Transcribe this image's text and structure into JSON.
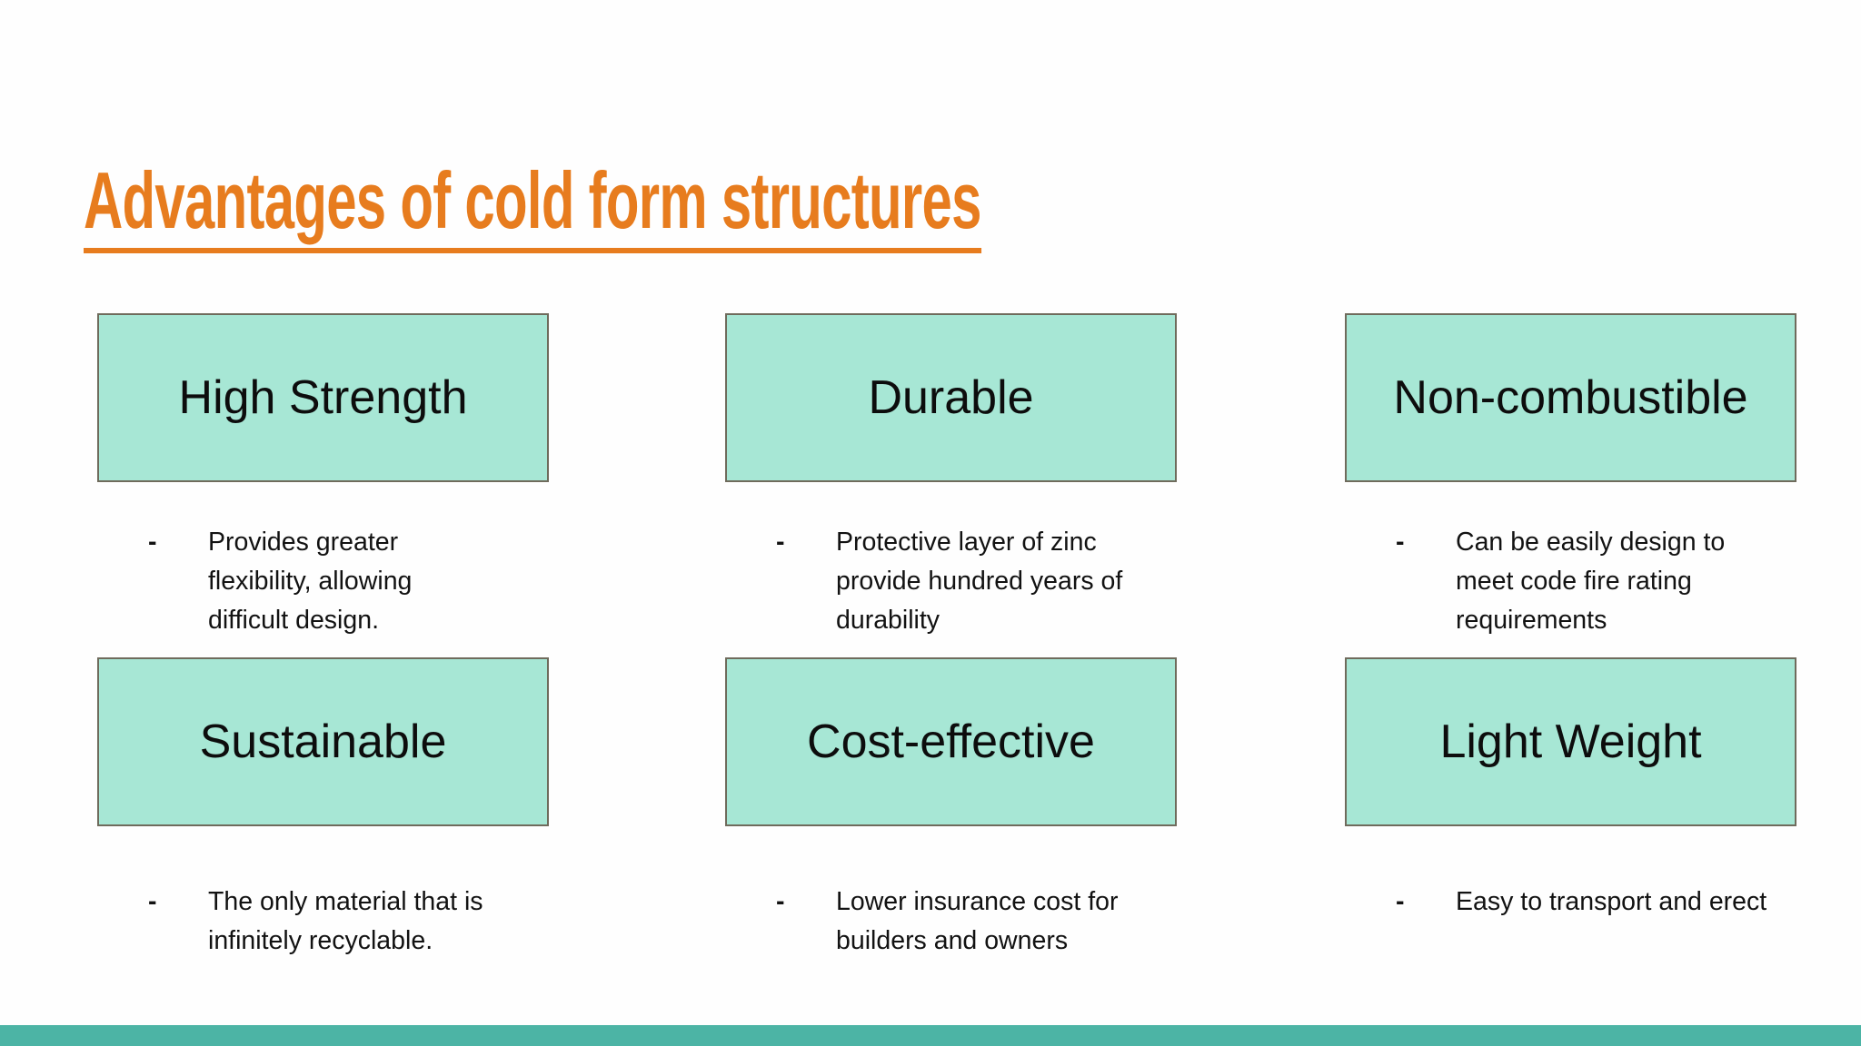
{
  "slide": {
    "title": "Advantages of cold form structures",
    "title_color": "#E77C1E",
    "card_fill_color": "#A7E7D5",
    "card_border_color": "#6F6B5C",
    "footer_bar_color": "#4CB4A5",
    "bullet_dash": "-",
    "cards": [
      {
        "title": "High Strength",
        "bullet_lines": [
          "Provides greater",
          "flexibility, allowing",
          "difficult design."
        ]
      },
      {
        "title": "Durable",
        "bullet_lines": [
          "Protective layer of zinc",
          "provide hundred years of",
          "durability"
        ]
      },
      {
        "title": "Non-combustible",
        "bullet_lines": [
          "Can be easily design to",
          "meet code fire rating",
          "requirements"
        ]
      },
      {
        "title": "Sustainable",
        "bullet_lines": [
          "The only material that is",
          "infinitely recyclable."
        ]
      },
      {
        "title": "Cost-effective",
        "bullet_lines": [
          "Lower insurance cost for",
          "builders and owners"
        ]
      },
      {
        "title": "Light Weight",
        "bullet_lines": [
          "Easy to transport and erect"
        ]
      }
    ]
  }
}
